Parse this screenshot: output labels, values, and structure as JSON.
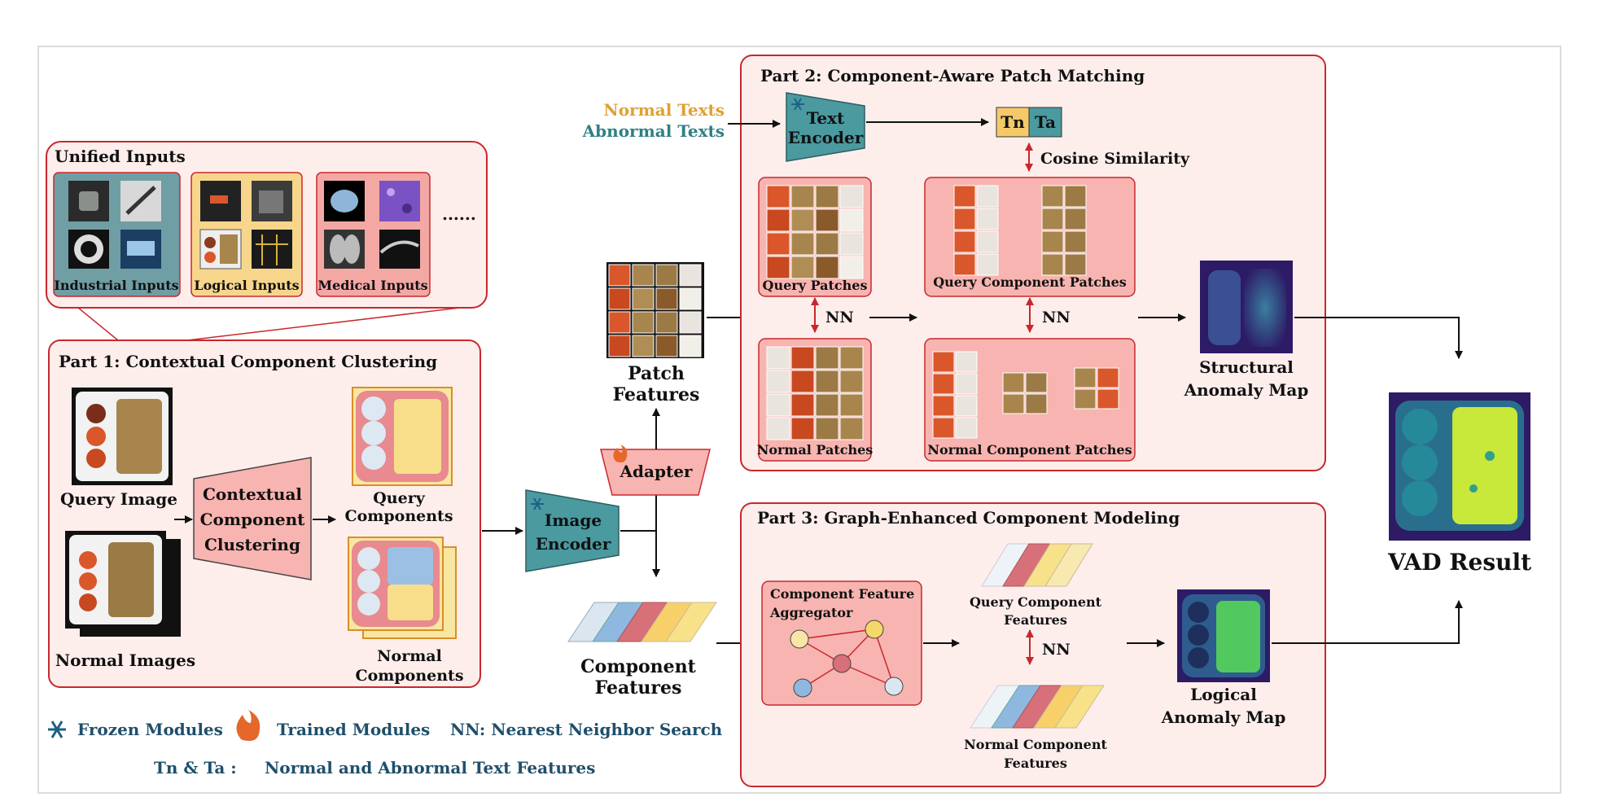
{
  "colors": {
    "panel_fill": "#fdeeec",
    "panel_stroke": "#c8282d",
    "salmon": "#f8b4b0",
    "teal": "#4a9aa0",
    "teal_dark": "#2f7f85",
    "gold": "#e8b04a",
    "tn_fill": "#f5c96a",
    "ta_fill": "#4a9aa0",
    "arrow": "#111111",
    "nn_arrow": "#c8282d",
    "heat_dark": "#3b1f6e",
    "heat_mid": "#2a8f8c",
    "heat_bright": "#c8e83a"
  },
  "icons": [
    "snowflake-icon",
    "fire-icon"
  ],
  "unified_inputs": {
    "title": "Unified Inputs",
    "groups": [
      {
        "label": "Industrial Inputs",
        "color": "#6f9ea4"
      },
      {
        "label": "Logical Inputs",
        "color": "#f7d68c"
      },
      {
        "label": "Medical Inputs",
        "color": "#f4a8a4"
      }
    ],
    "ellipsis": "......"
  },
  "part1": {
    "title": "Part 1: Contextual Component Clustering",
    "query_image": "Query Image",
    "normal_images": "Normal Images",
    "clustering_l1": "Contextual",
    "clustering_l2": "Component",
    "clustering_l3": "Clustering",
    "query_components_l1": "Query",
    "query_components_l2": "Components",
    "normal_components_l1": "Normal",
    "normal_components_l2": "Components"
  },
  "image_encoder": {
    "l1": "Image",
    "l2": "Encoder"
  },
  "adapter": "Adapter",
  "patch_features": {
    "l1": "Patch",
    "l2": "Features"
  },
  "component_features": {
    "l1": "Component",
    "l2": "Features"
  },
  "part2": {
    "title": "Part 2: Component-Aware Patch Matching",
    "normal_texts": "Normal Texts",
    "abnormal_texts": "Abnormal Texts",
    "text_encoder_l1": "Text",
    "text_encoder_l2": "Encoder",
    "tn": "Tn",
    "ta": "Ta",
    "cosine": "Cosine Similarity",
    "query_patches": "Query Patches",
    "normal_patches": "Normal Patches",
    "query_component_patches": "Query Component Patches",
    "normal_component_patches": "Normal Component Patches",
    "nn1": "NN",
    "nn2": "NN",
    "structural_l1": "Structural",
    "structural_l2": "Anomaly Map"
  },
  "part3": {
    "title": "Part 3: Graph-Enhanced Component Modeling",
    "aggregator_l1": "Component Feature",
    "aggregator_l2": "Aggregator",
    "query_component_features_l1": "Query Component",
    "query_component_features_l2": "Features",
    "normal_component_features_l1": "Normal Component",
    "normal_component_features_l2": "Features",
    "nn": "NN",
    "logical_l1": "Logical",
    "logical_l2": "Anomaly Map"
  },
  "vad_result": "VAD Result",
  "legend": {
    "frozen": "Frozen Modules",
    "trained": "Trained Modules",
    "nn": "NN:  Nearest Neighbor Search",
    "tn_ta": "Tn & Ta :",
    "tn_ta_desc": "Normal and Abnormal Text Features"
  }
}
